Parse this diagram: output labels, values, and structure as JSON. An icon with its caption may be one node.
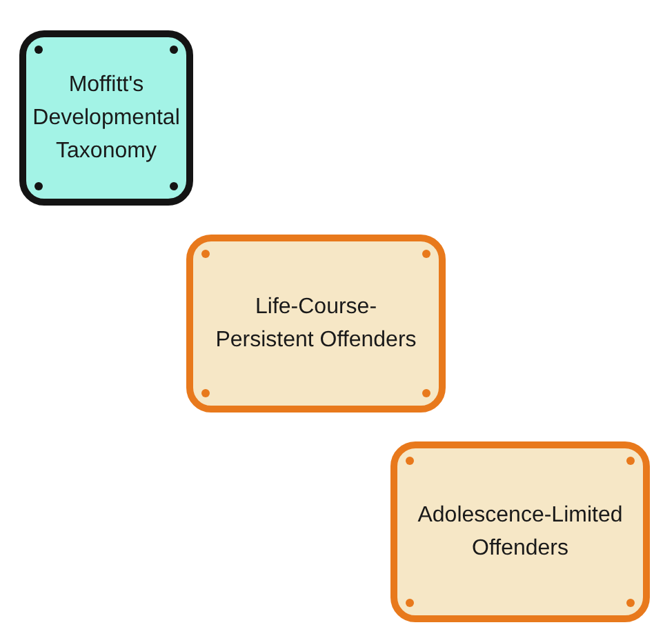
{
  "diagram": {
    "nodes": [
      {
        "text": [
          "Moffitt's Developmental Taxonomy"
        ]
      },
      {
        "text": [
          "Life-Course-Persistent Offenders"
        ]
      },
      {
        "text": [
          "Adolescence-Limited Offenders"
        ]
      }
    ]
  }
}
